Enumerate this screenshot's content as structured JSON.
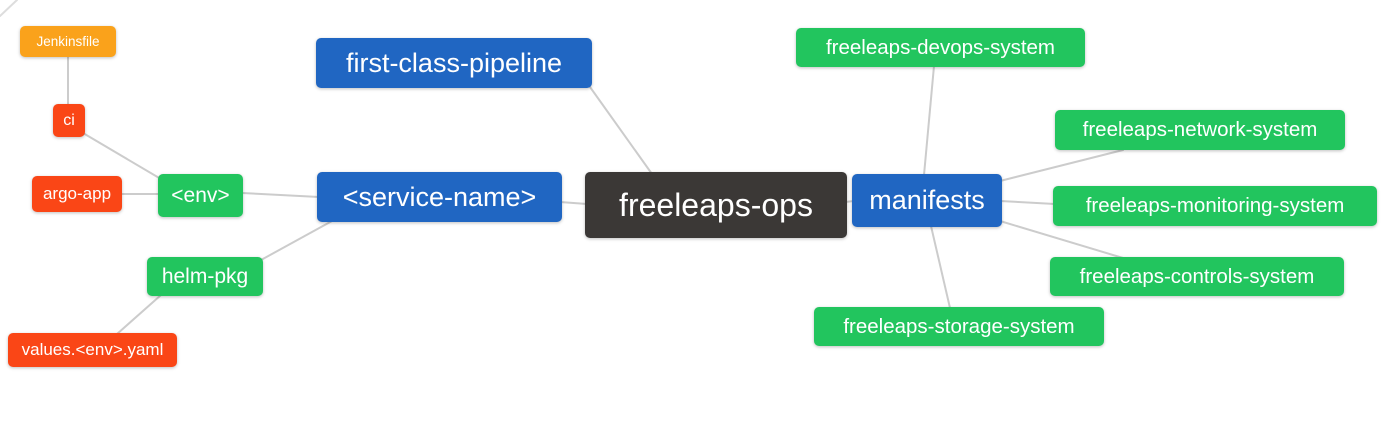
{
  "diagram": {
    "type": "mindmap",
    "root_label": "freeleaps-ops"
  },
  "nodes": [
    {
      "id": "jenkinsfile",
      "label": "Jenkinsfile",
      "depth": 4,
      "color": "#faa21b"
    },
    {
      "id": "ci",
      "label": "ci",
      "depth": 3,
      "color": "#fa4616"
    },
    {
      "id": "argo-app",
      "label": "argo-app",
      "depth": 3,
      "color": "#fa4616"
    },
    {
      "id": "env",
      "label": "<env>",
      "depth": 2,
      "color": "#22c55e"
    },
    {
      "id": "helm-pkg",
      "label": "helm-pkg",
      "depth": 2,
      "color": "#22c55e"
    },
    {
      "id": "values-env-yaml",
      "label": "values.<env>.yaml",
      "depth": 3,
      "color": "#fa4616"
    },
    {
      "id": "first-class-pipeline",
      "label": "first-class-pipeline",
      "depth": 1,
      "color": "#2066c2"
    },
    {
      "id": "service-name",
      "label": "<service-name>",
      "depth": 1,
      "color": "#2066c2"
    },
    {
      "id": "freeleaps-ops",
      "label": "freeleaps-ops",
      "depth": 0,
      "color": "#3b3836"
    },
    {
      "id": "manifests",
      "label": "manifests",
      "depth": 1,
      "color": "#2066c2"
    },
    {
      "id": "freeleaps-devops-system",
      "label": "freeleaps-devops-system",
      "depth": 2,
      "color": "#22c55e"
    },
    {
      "id": "freeleaps-network-system",
      "label": "freeleaps-network-system",
      "depth": 2,
      "color": "#22c55e"
    },
    {
      "id": "freeleaps-monitoring-system",
      "label": "freeleaps-monitoring-system",
      "depth": 2,
      "color": "#22c55e"
    },
    {
      "id": "freeleaps-controls-system",
      "label": "freeleaps-controls-system",
      "depth": 2,
      "color": "#22c55e"
    },
    {
      "id": "freeleaps-storage-system",
      "label": "freeleaps-storage-system",
      "depth": 2,
      "color": "#22c55e"
    }
  ],
  "edges": [
    {
      "from": "jenkinsfile",
      "to": "ci"
    },
    {
      "from": "ci",
      "to": "env"
    },
    {
      "from": "argo-app",
      "to": "env"
    },
    {
      "from": "env",
      "to": "service-name"
    },
    {
      "from": "helm-pkg",
      "to": "service-name"
    },
    {
      "from": "values-env-yaml",
      "to": "helm-pkg"
    },
    {
      "from": "first-class-pipeline",
      "to": "freeleaps-ops"
    },
    {
      "from": "service-name",
      "to": "freeleaps-ops"
    },
    {
      "from": "freeleaps-ops",
      "to": "manifests"
    },
    {
      "from": "manifests",
      "to": "freeleaps-devops-system"
    },
    {
      "from": "manifests",
      "to": "freeleaps-network-system"
    },
    {
      "from": "manifests",
      "to": "freeleaps-monitoring-system"
    },
    {
      "from": "manifests",
      "to": "freeleaps-controls-system"
    },
    {
      "from": "manifests",
      "to": "freeleaps-storage-system"
    }
  ],
  "colors": {
    "root": "#3b3836",
    "branch_blue": "#2066c2",
    "node_green": "#22c55e",
    "node_red": "#fa4616",
    "node_orange": "#faa21b",
    "edge_gray": "#cccccc",
    "text": "#ffffff",
    "background": "#ffffff"
  }
}
